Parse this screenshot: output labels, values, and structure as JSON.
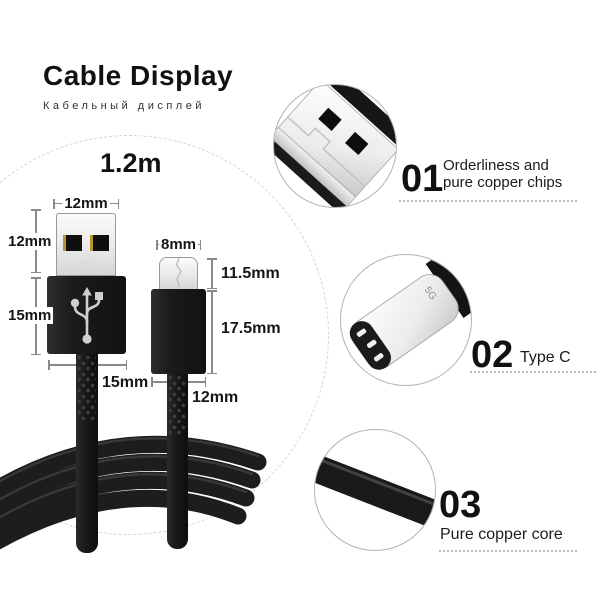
{
  "header": {
    "title": "Cable Display",
    "subtitle": "Кабельный дисплей"
  },
  "diagram": {
    "length_label": "1.2m",
    "usb_a": {
      "name": "USB-A connector",
      "top_width": "12mm",
      "shell_height": "12mm",
      "body_height": "15mm",
      "bottom_width": "15mm"
    },
    "usb_c": {
      "name": "USB-C connector",
      "top_width": "8mm",
      "tip_height": "11.5mm",
      "body_height": "17.5mm",
      "bottom_width": "12mm"
    }
  },
  "features": [
    {
      "number": "01",
      "line1": "Orderliness and",
      "line2": "pure copper chips"
    },
    {
      "number": "02",
      "line1": "Type C"
    },
    {
      "number": "03",
      "line1": "Pure copper core"
    }
  ],
  "connector_marking": "5G",
  "colors": {
    "cable_black": "#1c1c1c",
    "metal_light": "#f4f4f4",
    "metal_shadow": "#d6d6d6",
    "contact_gold": "#b8962e",
    "dimension_gray": "#8a8a8a",
    "dotted_divider": "#bdbdbd",
    "text_black": "#141414"
  }
}
